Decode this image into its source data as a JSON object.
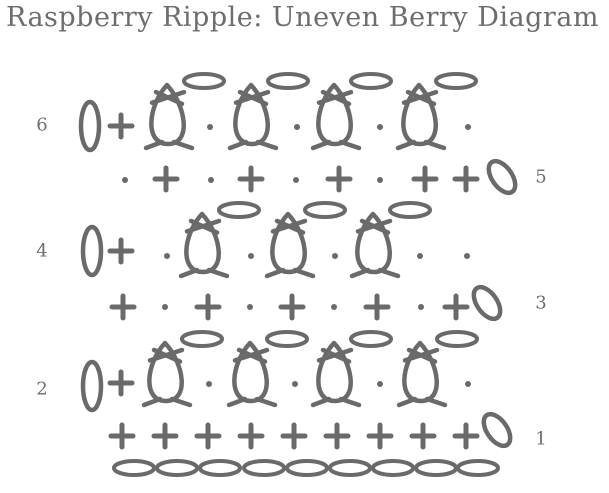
{
  "title": "Raspberry Ripple: Uneven Berry Diagram",
  "row_labels": {
    "r1": "1",
    "r2": "2",
    "r3": "3",
    "r4": "4",
    "r5": "5",
    "r6": "6"
  },
  "colors": {
    "symbol": "#6a6a6a",
    "text": "#6d6d6d",
    "background": "#ffffff"
  },
  "legend_symbols": [
    "chain-oval",
    "single-crochet-plus",
    "slip-dot",
    "berry-stitch",
    "turning-chain-oval"
  ]
}
